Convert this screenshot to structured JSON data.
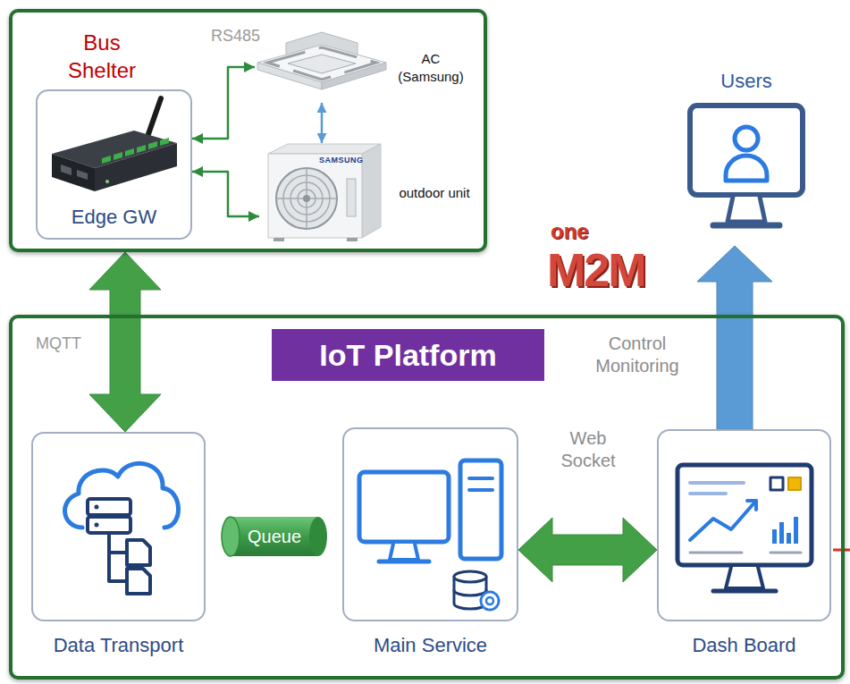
{
  "diagram": {
    "nodes": [
      {
        "text": [
          "Bus Shelter"
        ]
      },
      {
        "text": [
          "Edge GW"
        ],
        "in": 0
      },
      {
        "text": [
          "AC (Samsung)"
        ],
        "in": 0
      },
      {
        "text": [
          "outdoor unit"
        ],
        "in": 0
      },
      {
        "text": [
          "IoT Platform"
        ]
      },
      {
        "text": [
          "Data Transport"
        ],
        "in": 4
      },
      {
        "text": [
          "Queue"
        ],
        "in": 4
      },
      {
        "text": [
          "Main Service"
        ],
        "in": 4
      },
      {
        "text": [
          "Dash Board"
        ],
        "in": 4
      },
      {
        "text": [
          "Users"
        ]
      }
    ],
    "edges": [
      {
        "from": 1,
        "to": 2,
        "arrow": "both"
      },
      {
        "from": 1,
        "to": 3,
        "arrow": "both"
      },
      {
        "from": 2,
        "to": 3,
        "arrow": "both"
      },
      {
        "from": 0,
        "to": 5,
        "arrow": "both",
        "label": "MQTT"
      },
      {
        "from": 7,
        "to": 8,
        "arrow": "both",
        "label": "Web Socket"
      },
      {
        "from": 8,
        "to": 9,
        "arrow": "to",
        "label": "Control Monitoring"
      }
    ],
    "labels": [
      "RS485",
      "SAMSUNG",
      "one",
      "M2M"
    ]
  }
}
